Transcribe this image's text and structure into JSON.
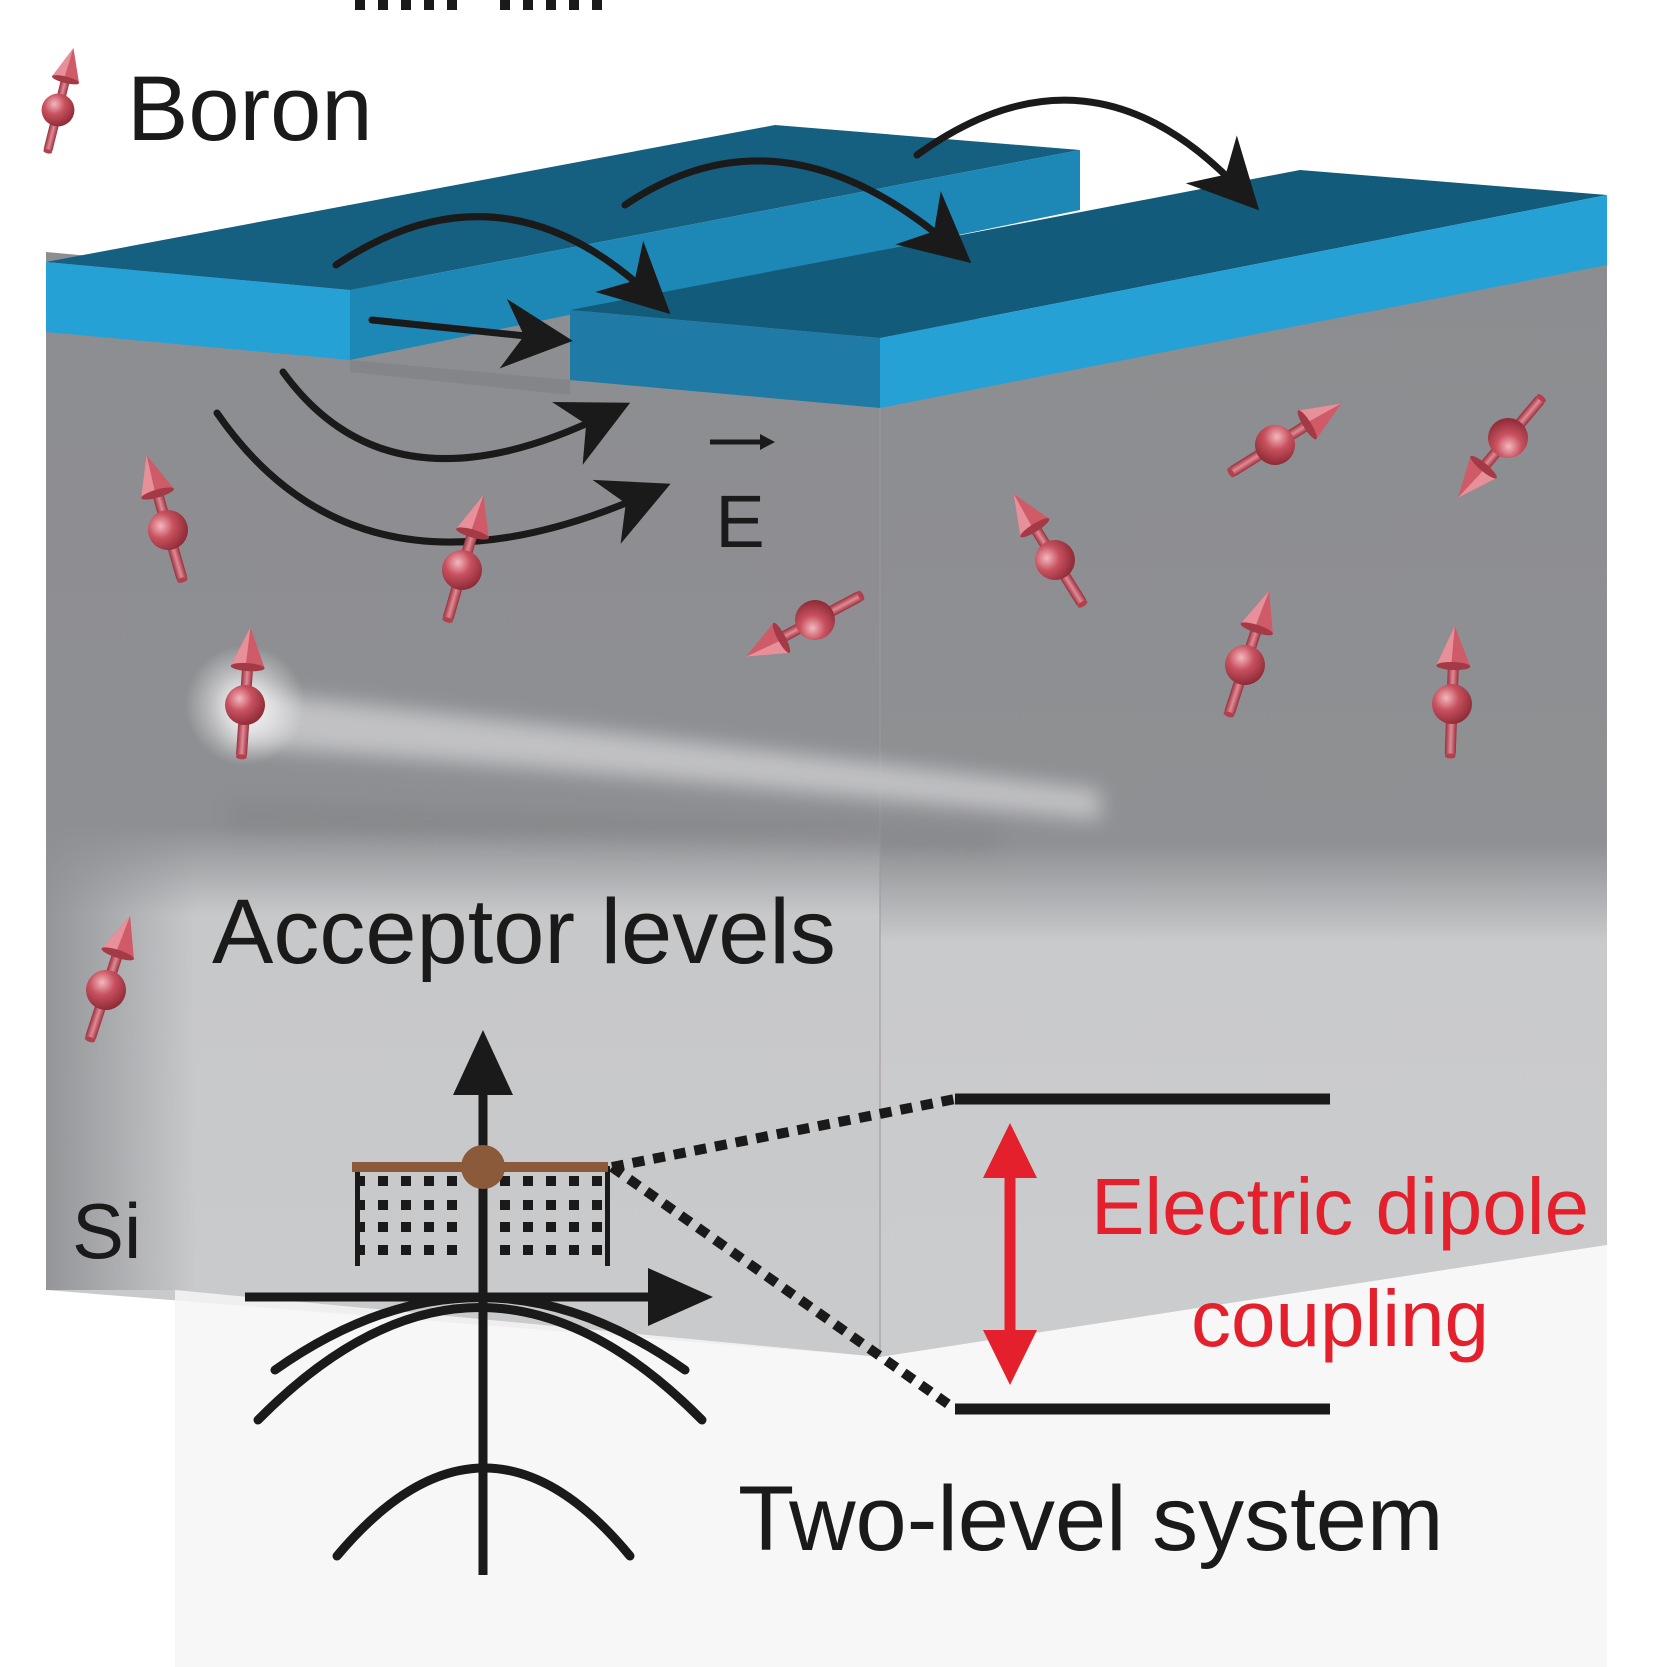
{
  "labels": {
    "legend": "Boron",
    "material": "Si",
    "field": "E",
    "acceptor": "Acceptor levels",
    "coupling_line1": "Electric dipole",
    "coupling_line2": "coupling",
    "tls": "Two-level system"
  },
  "colors": {
    "silicon_top": "#8c8d90",
    "silicon_bottom": "#c9cacc",
    "electrode_top": "#155f80",
    "electrode_front": "#25a1d6",
    "boron": "#c5505e",
    "arrow": "#1a1a1a",
    "coupling": "#e3202c",
    "acceptor_level": "#8b5a3a"
  },
  "icons": {
    "boron_atom": "spin-arrow-icon",
    "field_vector": "vector-arrow-icon"
  }
}
